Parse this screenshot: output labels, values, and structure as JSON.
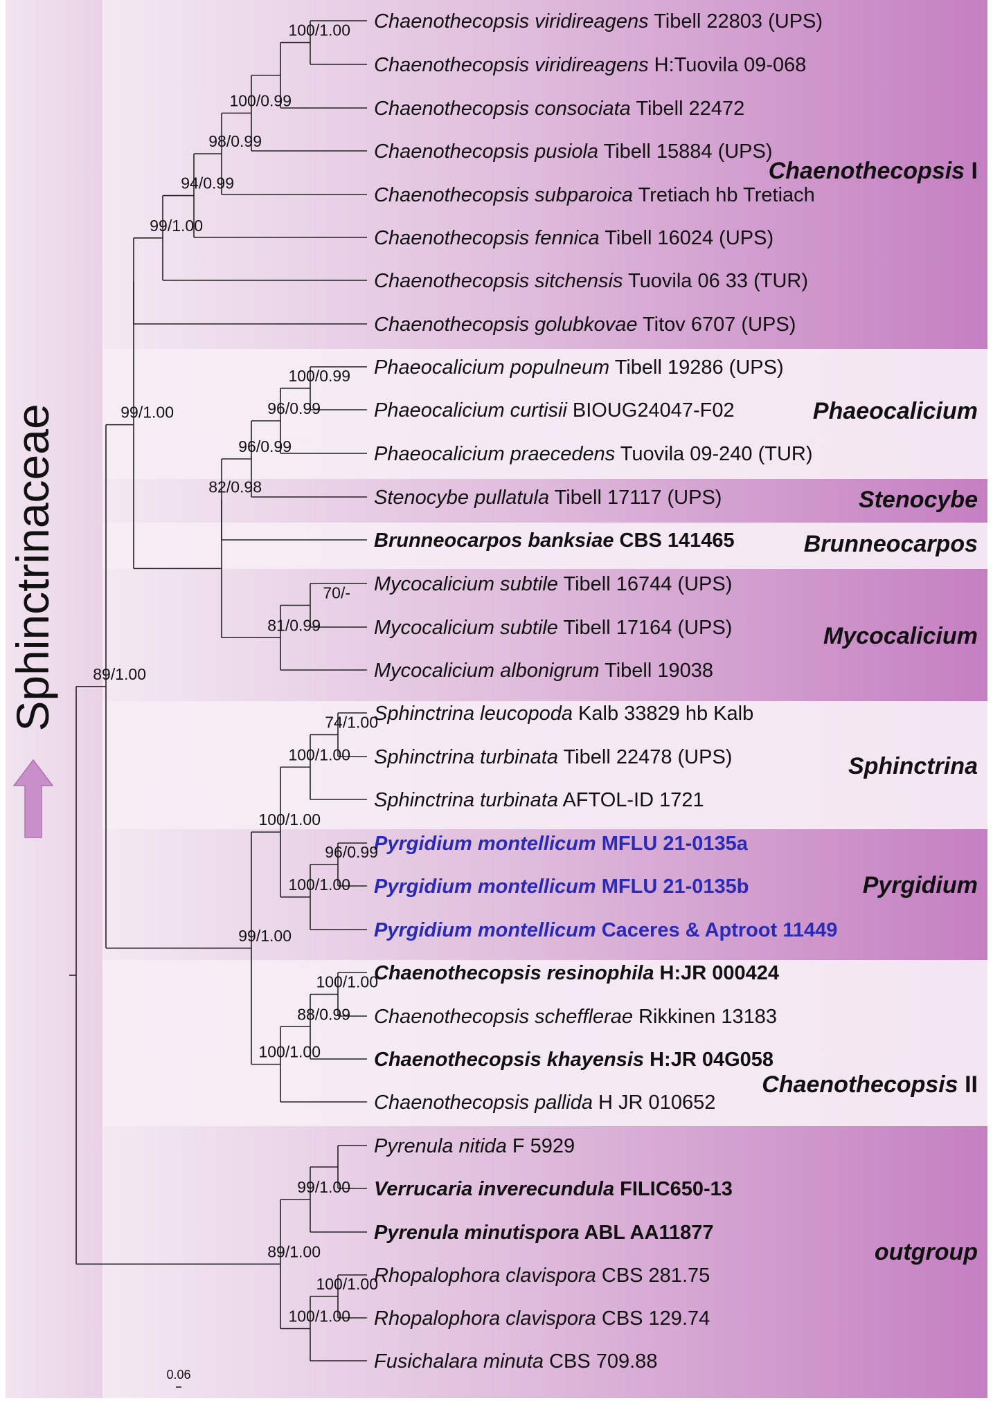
{
  "family": "Sphinctrinaceae",
  "scale_label": "0.06",
  "colors": {
    "band_dark_start": "#f2e8f1",
    "band_dark_end": "#c37fc0",
    "band_light": "#f7eef6",
    "arrow": "#c98fc9",
    "blue_taxon": "#2a2ab8"
  },
  "clades": [
    {
      "name": "Chaenothecopsis",
      "suffix": "I"
    },
    {
      "name": "Phaeocalicium",
      "suffix": ""
    },
    {
      "name": "Stenocybe",
      "suffix": ""
    },
    {
      "name": "Brunneocarpos",
      "suffix": ""
    },
    {
      "name": "Mycocalicium",
      "suffix": ""
    },
    {
      "name": "Sphinctrina",
      "suffix": ""
    },
    {
      "name": "Pyrgidium",
      "suffix": ""
    },
    {
      "name": "Chaenothecopsis",
      "suffix": "II"
    },
    {
      "name": "outgroup",
      "suffix": ""
    }
  ],
  "taxa": [
    {
      "genus": "Chaenothecopsis",
      "epithet": "viridireagens",
      "voucher": "Tibell 22803 (UPS)",
      "style": "normal"
    },
    {
      "genus": "Chaenothecopsis",
      "epithet": "viridireagens",
      "voucher": "H:Tuovila 09-068",
      "style": "normal"
    },
    {
      "genus": "Chaenothecopsis",
      "epithet": "consociata",
      "voucher": "Tibell 22472",
      "style": "normal"
    },
    {
      "genus": "Chaenothecopsis",
      "epithet": "pusiola",
      "voucher": "Tibell 15884 (UPS)",
      "style": "normal"
    },
    {
      "genus": "Chaenothecopsis",
      "epithet": "subparoica",
      "voucher": "Tretiach hb Tretiach",
      "style": "normal"
    },
    {
      "genus": "Chaenothecopsis",
      "epithet": "fennica",
      "voucher": "Tibell 16024 (UPS)",
      "style": "normal"
    },
    {
      "genus": "Chaenothecopsis",
      "epithet": "sitchensis",
      "voucher": "Tuovila 06 33 (TUR)",
      "style": "normal"
    },
    {
      "genus": "Chaenothecopsis",
      "epithet": "golubkovae",
      "voucher": "Titov 6707 (UPS)",
      "style": "normal"
    },
    {
      "genus": "Phaeocalicium",
      "epithet": "populneum",
      "voucher": "Tibell 19286 (UPS)",
      "style": "normal"
    },
    {
      "genus": "Phaeocalicium",
      "epithet": "curtisii",
      "voucher": "BIOUG24047-F02",
      "style": "normal"
    },
    {
      "genus": "Phaeocalicium",
      "epithet": "praecedens",
      "voucher": "Tuovila 09-240 (TUR)",
      "style": "normal"
    },
    {
      "genus": "Stenocybe",
      "epithet": "pullatula",
      "voucher": "Tibell 17117 (UPS)",
      "style": "normal"
    },
    {
      "genus": "Brunneocarpos",
      "epithet": "banksiae",
      "voucher": "CBS 141465",
      "style": "bold"
    },
    {
      "genus": "Mycocalicium",
      "epithet": "subtile",
      "voucher": "Tibell 16744 (UPS)",
      "style": "normal"
    },
    {
      "genus": "Mycocalicium",
      "epithet": "subtile",
      "voucher": "Tibell 17164 (UPS)",
      "style": "normal"
    },
    {
      "genus": "Mycocalicium",
      "epithet": "albonigrum",
      "voucher": "Tibell 19038",
      "style": "normal"
    },
    {
      "genus": "Sphinctrina",
      "epithet": "leucopoda",
      "voucher": "Kalb 33829 hb Kalb",
      "style": "normal"
    },
    {
      "genus": "Sphinctrina",
      "epithet": "turbinata",
      "voucher": "Tibell 22478 (UPS)",
      "style": "normal"
    },
    {
      "genus": "Sphinctrina",
      "epithet": "turbinata",
      "voucher": "AFTOL-ID 1721",
      "style": "normal"
    },
    {
      "genus": "Pyrgidium",
      "epithet": "montellicum",
      "voucher": "MFLU 21-0135a",
      "style": "blue"
    },
    {
      "genus": "Pyrgidium",
      "epithet": "montellicum",
      "voucher": "MFLU 21-0135b",
      "style": "blue"
    },
    {
      "genus": "Pyrgidium",
      "epithet": "montellicum",
      "voucher": "Caceres & Aptroot 11449",
      "style": "blue"
    },
    {
      "genus": "Chaenothecopsis",
      "epithet": "resinophila",
      "voucher": "H:JR 000424",
      "style": "bold"
    },
    {
      "genus": "Chaenothecopsis",
      "epithet": "schefflerae",
      "voucher": "Rikkinen 13183",
      "style": "normal"
    },
    {
      "genus": "Chaenothecopsis",
      "epithet": "khayensis",
      "voucher": "H:JR 04G058",
      "style": "bold"
    },
    {
      "genus": "Chaenothecopsis",
      "epithet": "pallida",
      "voucher": "H JR 010652",
      "style": "normal"
    },
    {
      "genus": "Pyrenula",
      "epithet": "nitida",
      "voucher": "F 5929",
      "style": "normal"
    },
    {
      "genus": "Verrucaria",
      "epithet": "inverecundula",
      "voucher": "FILIC650-13",
      "style": "bold"
    },
    {
      "genus": "Pyrenula",
      "epithet": "minutispora",
      "voucher": "ABL AA11877",
      "style": "bold"
    },
    {
      "genus": "Rhopalophora",
      "epithet": "clavispora",
      "voucher": "CBS 281.75",
      "style": "normal"
    },
    {
      "genus": "Rhopalophora",
      "epithet": "clavispora",
      "voucher": "CBS 129.74",
      "style": "normal"
    },
    {
      "genus": "Fusichalara",
      "epithet": "minuta",
      "voucher": "CBS 709.88",
      "style": "normal"
    }
  ],
  "supports": [
    "100/1.00",
    "100/0.99",
    "98/0.99",
    "94/0.99",
    "99/1.00",
    "100/0.99",
    "96/0.99",
    "96/0.99",
    "82/0.98",
    "70/-",
    "81/0.99",
    "89/1.00",
    "74/1.00",
    "100/1.00",
    "100/1.00",
    "96/0.99",
    "100/1.00",
    "99/1.00",
    "100/1.00",
    "88/0.99",
    "100/1.00",
    "99/1.00",
    "89/1.00",
    "100/1.00",
    "100/1.00"
  ]
}
